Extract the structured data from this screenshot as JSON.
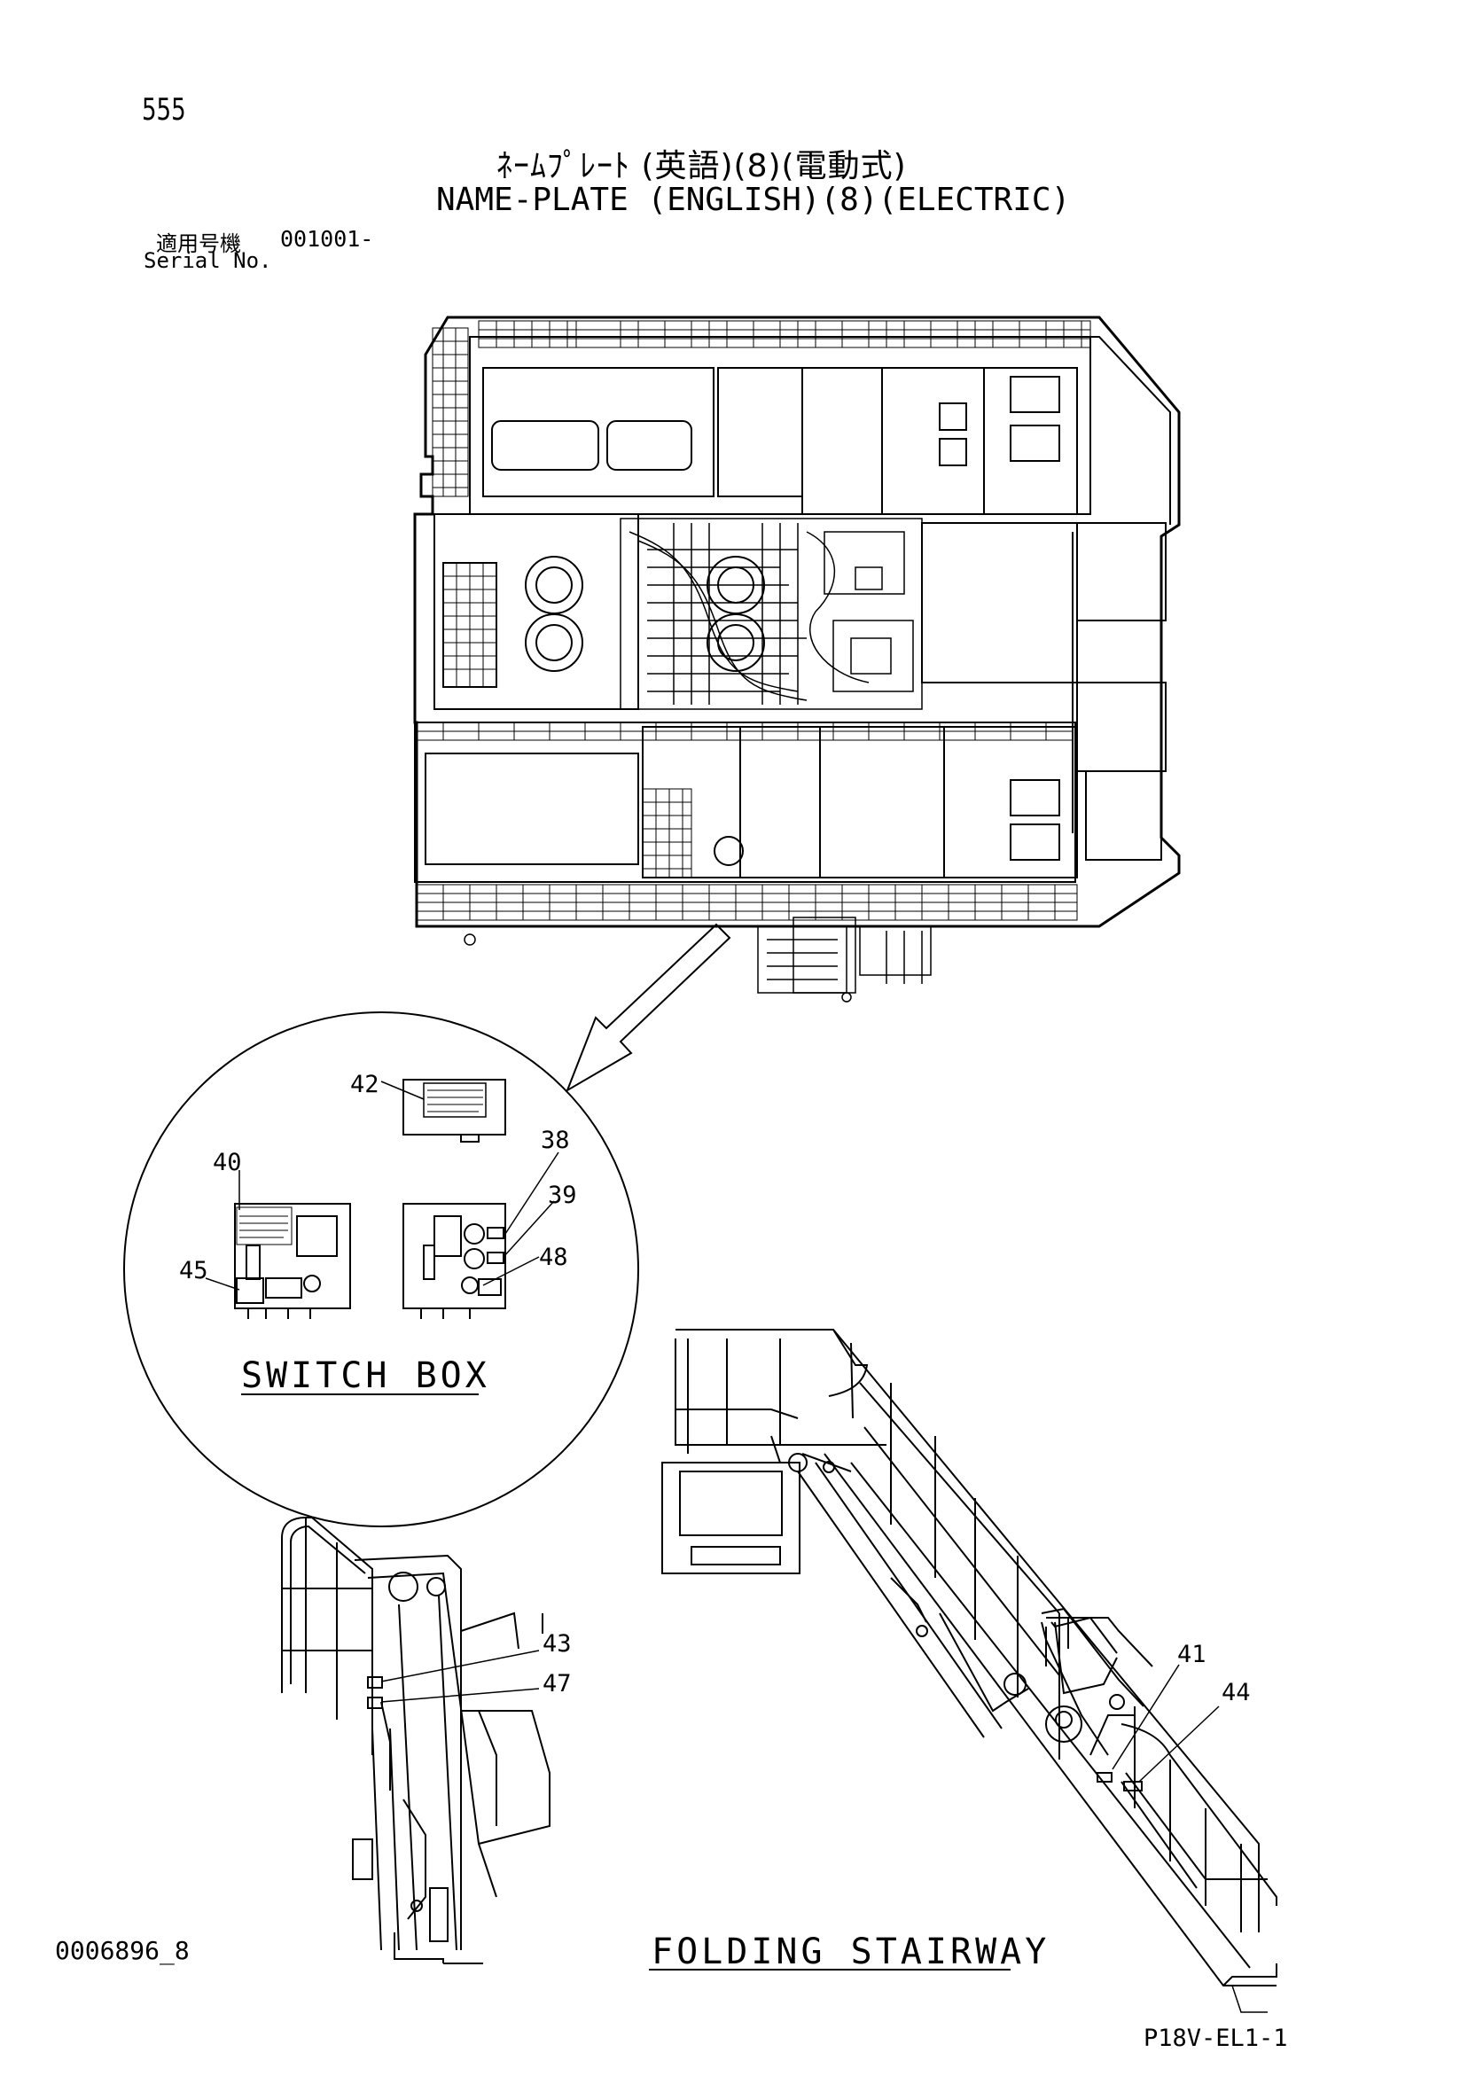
{
  "header": {
    "page_number": "555",
    "title_jp": "ﾈｰﾑﾌﾟﾚｰﾄ (英語)(8)(電動式)",
    "title_en": "NAME-PLATE (ENGLISH)(8)(ELECTRIC)",
    "serial_label_jp": "適用号機",
    "serial_value": "001001-",
    "serial_label_en": "Serial No."
  },
  "detail_views": {
    "switch_box_caption": "SWITCH BOX",
    "folding_stairway_caption": "FOLDING STAIRWAY"
  },
  "callouts": [
    "42",
    "40",
    "38",
    "39",
    "48",
    "45",
    "43",
    "47",
    "41",
    "44"
  ],
  "footer": {
    "drawing_id": "0006896_8",
    "page_code": "P18V-EL1-1"
  }
}
